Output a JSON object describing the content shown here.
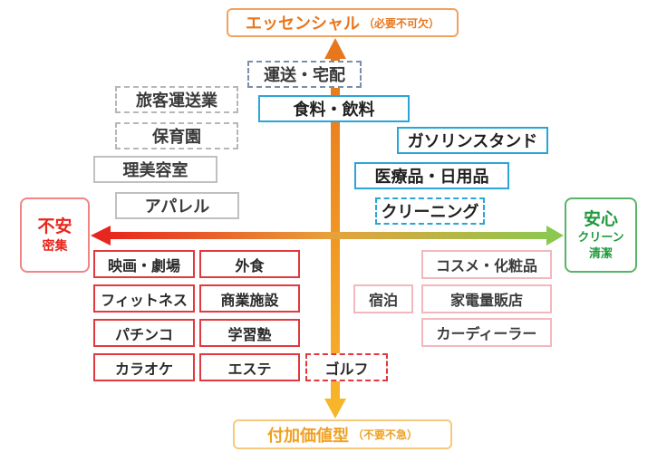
{
  "axes": {
    "top": {
      "main": "エッセンシャル",
      "sub": "（必要不可欠）"
    },
    "bottom": {
      "main": "付加価値型",
      "sub": "（不要不急）"
    },
    "left": {
      "main": "不安",
      "sub": "密集"
    },
    "right": {
      "main": "安心",
      "sub1": "クリーン",
      "sub2": "清潔"
    }
  },
  "colors": {
    "vertical_top": "#e8761d",
    "vertical_bottom": "#f7b52a",
    "horizontal_left": "#e8261d",
    "horizontal_right": "#8cc850"
  },
  "upper_left": [
    {
      "label": "運送・宅配",
      "style": "dashed-slate"
    },
    {
      "label": "旅客運送業",
      "style": "dashed-gray"
    },
    {
      "label": "保育園",
      "style": "dashed-gray"
    },
    {
      "label": "理美容室",
      "style": "solid-gray"
    },
    {
      "label": "アパレル",
      "style": "solid-gray"
    }
  ],
  "upper_right": [
    {
      "label": "食料・飲料",
      "style": "solid-blue"
    },
    {
      "label": "ガソリンスタンド",
      "style": "solid-blue"
    },
    {
      "label": "医療品・日用品",
      "style": "solid-blue"
    },
    {
      "label": "クリーニング",
      "style": "dashed-blue"
    }
  ],
  "lower_left": [
    {
      "label": "映画・劇場",
      "style": "solid-red"
    },
    {
      "label": "外食",
      "style": "solid-red"
    },
    {
      "label": "フィットネス",
      "style": "solid-red"
    },
    {
      "label": "商業施設",
      "style": "solid-red"
    },
    {
      "label": "パチンコ",
      "style": "solid-red"
    },
    {
      "label": "学習塾",
      "style": "solid-red"
    },
    {
      "label": "カラオケ",
      "style": "solid-red"
    },
    {
      "label": "エステ",
      "style": "solid-red"
    },
    {
      "label": "ゴルフ",
      "style": "dashed-red"
    }
  ],
  "lower_right": [
    {
      "label": "コスメ・化粧品",
      "style": "solid-pink"
    },
    {
      "label": "宿泊",
      "style": "solid-pink"
    },
    {
      "label": "家電量販店",
      "style": "solid-pink"
    },
    {
      "label": "カーディーラー",
      "style": "solid-pink"
    }
  ]
}
